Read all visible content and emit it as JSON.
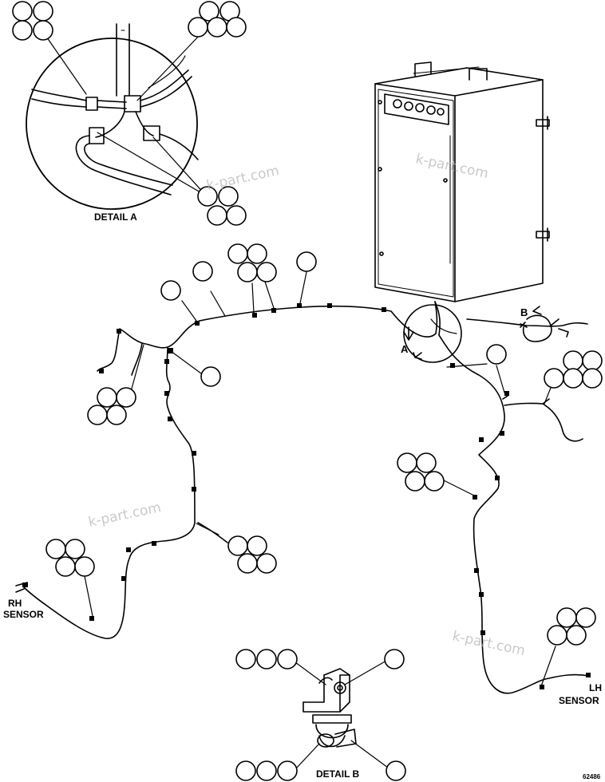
{
  "labels": {
    "detail_a": "DETAIL A",
    "detail_b": "DETAIL B",
    "arrow_a": "A",
    "arrow_b": "B",
    "rh_sensor_line1": "RH",
    "rh_sensor_line2": "SENSOR",
    "lh_sensor_line1": "LH",
    "lh_sensor_line2": "SENSOR",
    "figure_number": "62486"
  },
  "watermarks": [
    "k-part.com",
    "k-part.com",
    "k-part.com",
    "k-part.com"
  ],
  "colors": {
    "line": "#000000",
    "watermark": "#b8b8b8",
    "background": "#ffffff"
  }
}
